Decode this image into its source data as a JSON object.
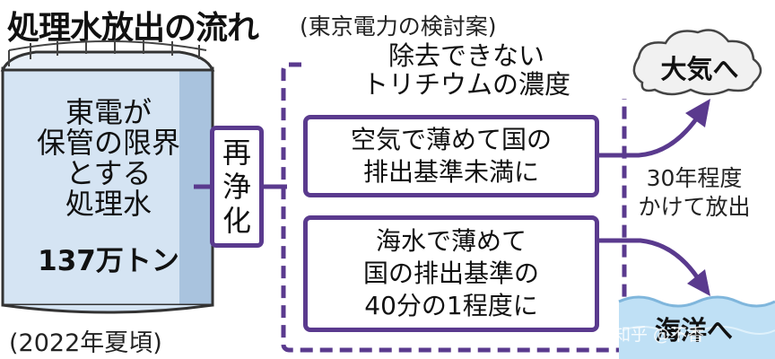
{
  "title": {
    "main": "処理水放出の流れ",
    "sub": "(東京電力の検討案)"
  },
  "tank": {
    "lines": [
      "東電が",
      "保管の限界",
      "とする",
      "処理水"
    ],
    "amount": "137万トン",
    "date": "(2022年夏頃)"
  },
  "repurify": {
    "chars": [
      "再",
      "浄",
      "化"
    ]
  },
  "tritium_label": {
    "lines": [
      "除去できない",
      "トリチウムの濃度"
    ]
  },
  "box_air": {
    "lines": [
      "空気で薄めて国の",
      "排出基準未満に"
    ]
  },
  "box_sea": {
    "lines": [
      "海水で薄めて",
      "国の排出基準の",
      "40分の1程度に"
    ]
  },
  "destinations": {
    "air": "大気へ",
    "sea": "海洋へ"
  },
  "duration": {
    "lines": [
      "30年程度",
      "かけて放出"
    ]
  },
  "watermark": "知乎 @不香",
  "colors": {
    "frame": "#5a3a8e",
    "tank_fill": "#d5e4f3",
    "tank_shade": "#a9c3de",
    "sea": "#bfe0f5",
    "cloud": "#f1f1f1"
  }
}
